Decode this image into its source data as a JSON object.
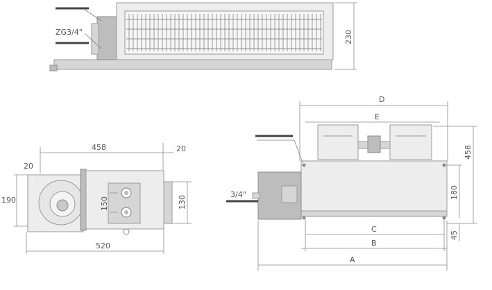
{
  "top_view": {
    "pipe_label": "ZG3/4\"",
    "height_label": "230"
  },
  "side_view": {
    "width_total": "458",
    "offset_right": "20",
    "offset_left": "20",
    "height_left": "190",
    "height_right": "130",
    "valve_spacing": "150",
    "total_width": "520"
  },
  "front_view": {
    "label_d": "D",
    "label_e": "E",
    "label_c": "C",
    "label_b": "B",
    "label_a": "A",
    "height_total": "458",
    "height_body": "180",
    "height_base": "45",
    "pipe_label": "3/4\""
  }
}
